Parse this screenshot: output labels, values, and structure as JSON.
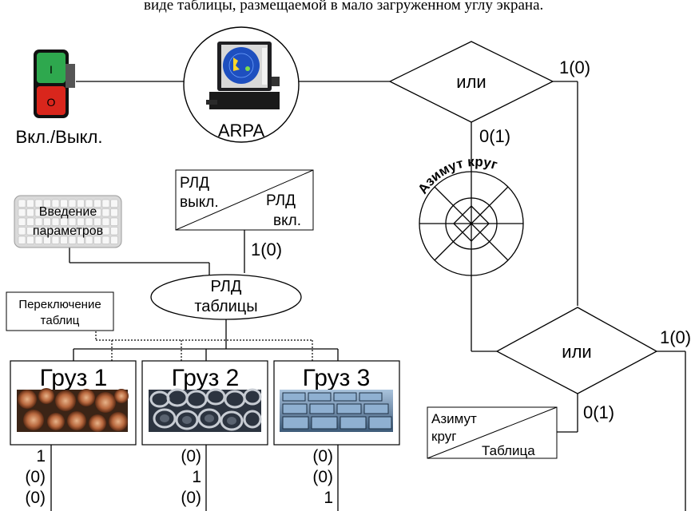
{
  "header_text": "виде таблицы, размещаемой в мало загруженном углу экрана.",
  "power": {
    "label": "Вкл./Выкл.",
    "on_symbol": "I",
    "off_symbol": "O"
  },
  "arpa": {
    "label": "ARPA"
  },
  "or_top": {
    "label": "или",
    "right_value": "1(0)",
    "bottom_value": "0(1)"
  },
  "or_bottom": {
    "label": "или",
    "right_value": "1(0)",
    "bottom_value": "0(1)"
  },
  "azimuth_circle": {
    "label": "Азимут круг"
  },
  "rld_switch": {
    "off": "РЛД\nвыкл.",
    "on": "РЛД\nвкл.",
    "value": "1(0)"
  },
  "keyboard": {
    "label_line1": "Введение",
    "label_line2": "параметров"
  },
  "table_switch": {
    "line1": "Переключение",
    "line2": "таблиц"
  },
  "rld_tables": {
    "line1": "РЛД",
    "line2": "таблицы"
  },
  "cargo": [
    {
      "title": "Груз 1",
      "values": [
        "1",
        "(0)",
        "(0)"
      ],
      "image": "logs"
    },
    {
      "title": "Груз 2",
      "values": [
        "(0)",
        "1",
        "(0)"
      ],
      "image": "wire-coils"
    },
    {
      "title": "Груз 3",
      "values": [
        "(0)",
        "(0)",
        "1"
      ],
      "image": "metal-ingots"
    }
  ],
  "az_table_switch": {
    "line1": "Азимут",
    "line2": "круг",
    "right": "Таблица"
  }
}
